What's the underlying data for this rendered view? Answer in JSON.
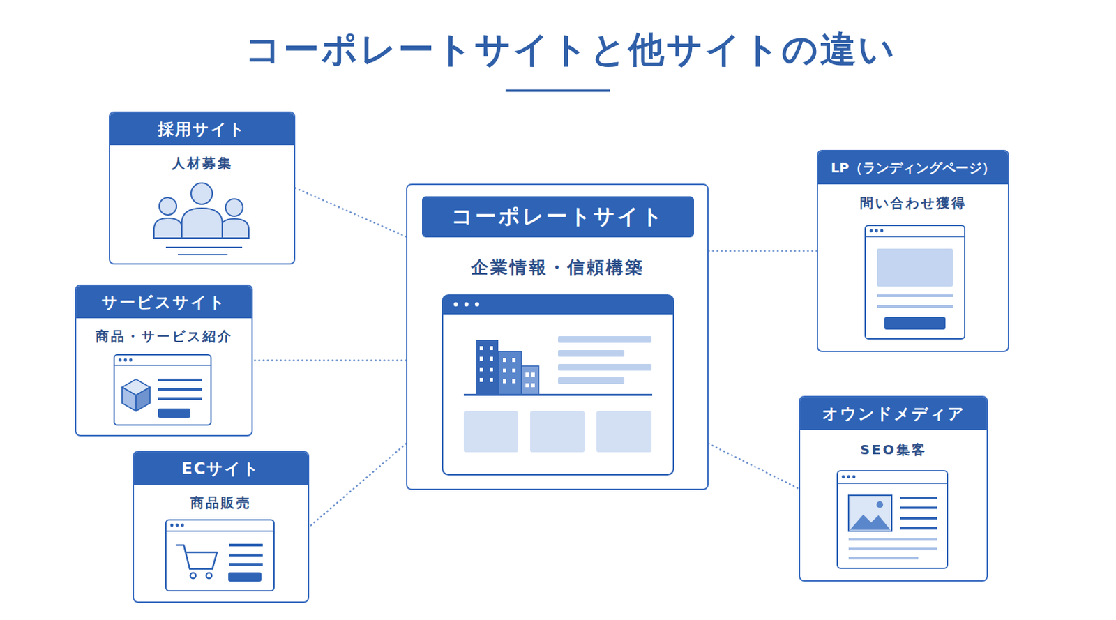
{
  "diagram": {
    "title": "コーポレートサイトと他サイトの違い",
    "nodes": [
      {
        "text": [
          "採用サイト",
          "人材募集"
        ]
      },
      {
        "text": [
          "コーポレートサイト",
          "企業情報・信頼構築"
        ]
      },
      {
        "text": [
          "LP（ランディングページ）",
          "問い合わせ獲得"
        ]
      },
      {
        "text": [
          "サービスサイト",
          "商品・サービス紹介"
        ]
      },
      {
        "text": [
          "オウンドメディア",
          "SEO集客"
        ]
      },
      {
        "text": [
          "ECサイト",
          "商品販売"
        ]
      }
    ],
    "edges": [
      {
        "from": 1,
        "to": 0,
        "arrow": "none"
      },
      {
        "from": 1,
        "to": 2,
        "arrow": "none"
      },
      {
        "from": 1,
        "to": 3,
        "arrow": "none"
      },
      {
        "from": 1,
        "to": 4,
        "arrow": "none"
      },
      {
        "from": 1,
        "to": 5,
        "arrow": "none"
      }
    ]
  }
}
